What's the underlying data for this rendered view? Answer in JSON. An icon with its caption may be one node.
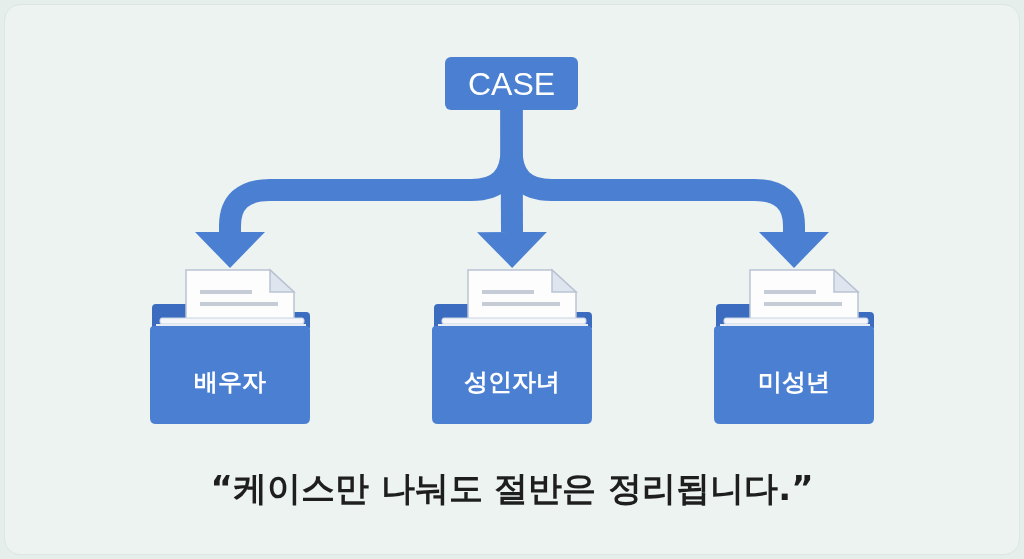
{
  "diagram": {
    "caption": "“케이스만 나눠도 절반은 정리됩니다.”",
    "nodes": [
      {
        "text": [
          "CASE"
        ]
      },
      {
        "text": [
          "배우자"
        ]
      },
      {
        "text": [
          "성인자녀"
        ]
      },
      {
        "text": [
          "미성년"
        ]
      }
    ],
    "edges": [
      {
        "from": 0,
        "to": 1,
        "arrow": "to"
      },
      {
        "from": 0,
        "to": 2,
        "arrow": "to"
      },
      {
        "from": 0,
        "to": 3,
        "arrow": "to"
      }
    ]
  }
}
